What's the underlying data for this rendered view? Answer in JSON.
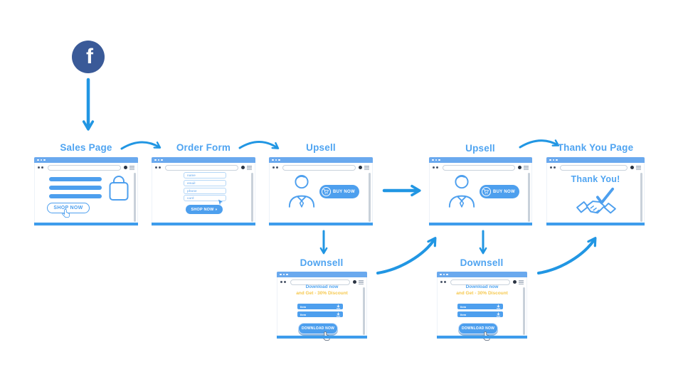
{
  "diagram": {
    "source": {
      "network": "Facebook",
      "glyph": "f"
    },
    "windows": {
      "sales_page": {
        "label": "Sales Page",
        "shop_button": "SHOP NOW"
      },
      "order_form": {
        "label": "Order Form",
        "fields": [
          "name",
          "email",
          "phone",
          "card"
        ],
        "shop_button": "SHOP NOW »"
      },
      "upsell_1": {
        "label": "Upsell",
        "buy_button": "BUY NOW"
      },
      "upsell_2": {
        "label": "Upsell",
        "buy_button": "BUY NOW"
      },
      "thank_you": {
        "label": "Thank You Page",
        "heading": "Thank You!"
      },
      "downsell_1": {
        "label": "Downsell",
        "line1": "Download now",
        "line2": "and Get - 30% Discount",
        "items": [
          "Item",
          "Item"
        ],
        "download_button": "DOWNLOAD NOW"
      },
      "downsell_2": {
        "label": "Downsell",
        "line1": "Download now",
        "line2": "and Get - 30% Discount",
        "items": [
          "Item",
          "Item"
        ],
        "download_button": "DOWNLOAD NOW"
      }
    },
    "colors": {
      "arrow_blue": "#2196e3",
      "label_blue": "#4fa4f1",
      "element_blue": "#4d9fee",
      "titlebar_blue": "#6aa9ee",
      "facebook_blue": "#3a5a98",
      "discount_yellow": "#f6c84c"
    }
  }
}
